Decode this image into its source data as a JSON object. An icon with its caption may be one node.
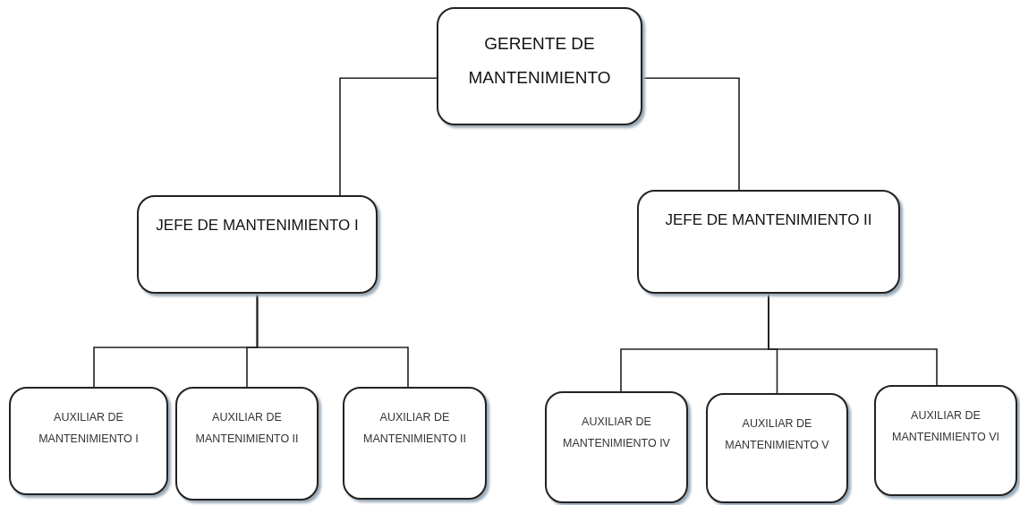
{
  "diagram": {
    "nodes": [
      {
        "text": [
          "GERENTE DE MANTENIMIENTO"
        ]
      },
      {
        "text": [
          "JEFE DE MANTENIMIENTO I"
        ]
      },
      {
        "text": [
          "JEFE DE MANTENIMIENTO II"
        ]
      },
      {
        "text": [
          "AUXILIAR DE MANTENIMIENTO I"
        ]
      },
      {
        "text": [
          "AUXILIAR DE MANTENIMIENTO II"
        ]
      },
      {
        "text": [
          "AUXILIAR DE MANTENIMIENTO II"
        ]
      },
      {
        "text": [
          "AUXILIAR DE MANTENIMIENTO IV"
        ]
      },
      {
        "text": [
          "AUXILIAR DE MANTENIMIENTO V"
        ]
      },
      {
        "text": [
          "AUXILIAR DE MANTENIMIENTO VI"
        ]
      }
    ],
    "edges": [
      {
        "from": 0,
        "to": 1,
        "arrow": "none"
      },
      {
        "from": 0,
        "to": 2,
        "arrow": "none"
      },
      {
        "from": 1,
        "to": 3,
        "arrow": "none"
      },
      {
        "from": 1,
        "to": 4,
        "arrow": "none"
      },
      {
        "from": 1,
        "to": 5,
        "arrow": "none"
      },
      {
        "from": 2,
        "to": 6,
        "arrow": "none"
      },
      {
        "from": 2,
        "to": 7,
        "arrow": "none"
      },
      {
        "from": 2,
        "to": 8,
        "arrow": "none"
      }
    ]
  }
}
